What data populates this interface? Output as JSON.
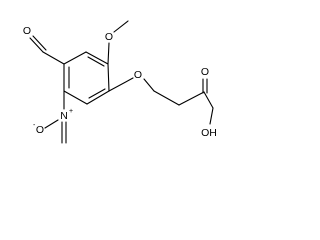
{
  "molecule": {
    "atoms": {
      "methoxy_oxygen": "O",
      "ether_oxygen": "O",
      "aldehyde_oxygen": "O",
      "carbonyl_oxygen": "O",
      "hydroxyl": "OH",
      "nitro_nitrogen": "N",
      "nitro_oxygen": "O",
      "nitro_charge_positive": "+",
      "nitro_charge_negative": "-"
    }
  }
}
